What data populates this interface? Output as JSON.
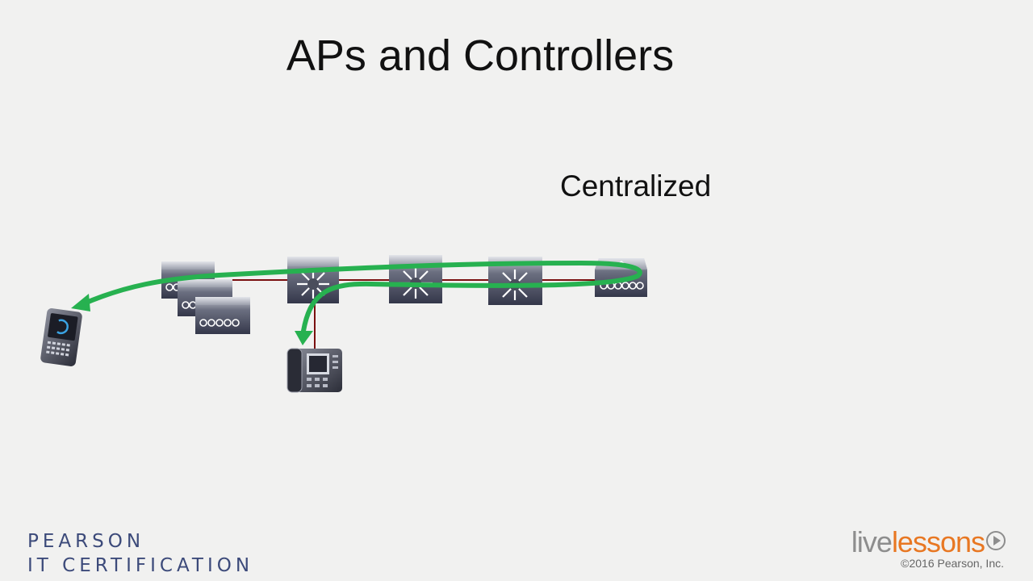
{
  "slide": {
    "title": "APs and Controllers",
    "subtitle": "Centralized"
  },
  "diagram": {
    "nodes": [
      {
        "id": "smartphone",
        "kind": "wireless-client",
        "icon": "smartphone-icon"
      },
      {
        "id": "ap-1",
        "kind": "access-point",
        "icon": "access-point-icon"
      },
      {
        "id": "ap-2",
        "kind": "access-point",
        "icon": "access-point-icon"
      },
      {
        "id": "ap-3",
        "kind": "access-point",
        "icon": "access-point-icon"
      },
      {
        "id": "switch-1",
        "kind": "layer3-switch",
        "icon": "switch-icon"
      },
      {
        "id": "switch-2",
        "kind": "layer3-switch",
        "icon": "switch-icon"
      },
      {
        "id": "switch-3",
        "kind": "layer3-switch",
        "icon": "switch-icon"
      },
      {
        "id": "wlc",
        "kind": "wireless-lan-controller",
        "icon": "controller-icon"
      },
      {
        "id": "ip-phone",
        "kind": "ip-phone",
        "icon": "ip-phone-icon"
      }
    ],
    "colors": {
      "wired_link": "#7a1010",
      "traffic_path": "#27b150",
      "device_dark": "#3f4250",
      "device_light": "#c7cad4"
    }
  },
  "branding": {
    "pearson_line1": "PEARSON",
    "pearson_line2": "IT CERTIFICATION",
    "live_part1": "live",
    "live_part2": "lessons",
    "copyright": "©2016 Pearson, Inc.",
    "pearson_color": "#3c4a7a",
    "live_color": "#8d8d8d",
    "lessons_color": "#e87722"
  }
}
